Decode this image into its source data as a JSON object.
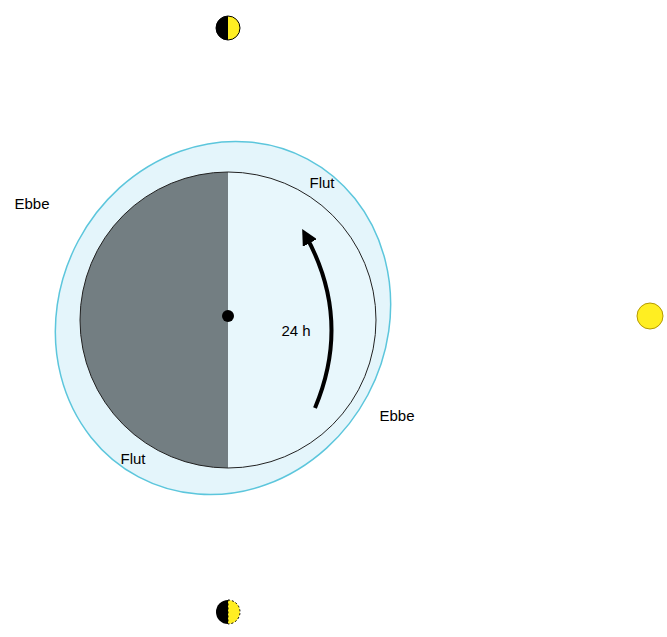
{
  "diagram": {
    "labels": [
      "Flut",
      "Ebbe",
      "24 h",
      "Ebbe",
      "Flut"
    ]
  }
}
